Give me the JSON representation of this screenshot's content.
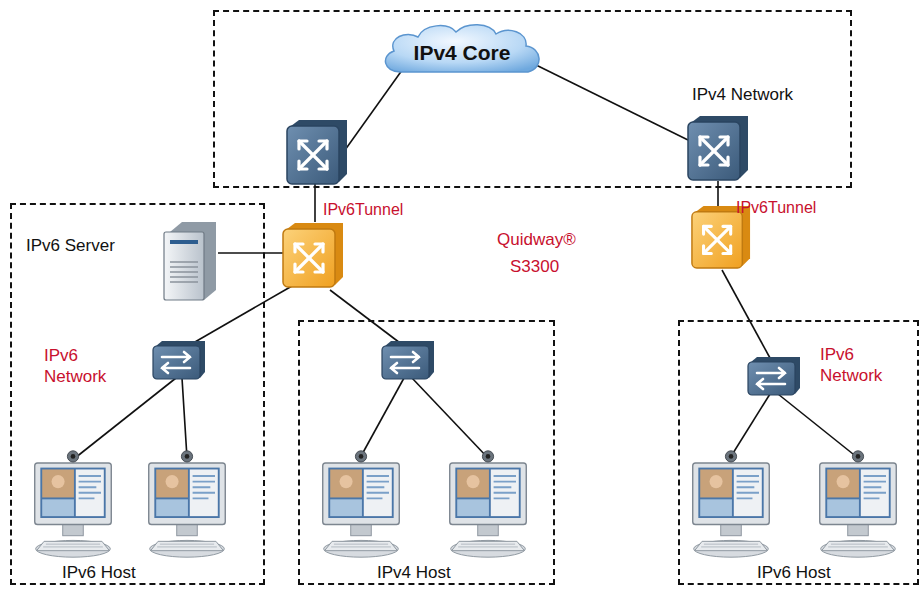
{
  "diagram": {
    "nodes": [
      {
        "text": [
          "IPv4 Network"
        ]
      },
      {
        "text": [
          "IPv4 Core"
        ],
        "in": 0
      },
      {
        "text": [
          "IPv6 Server",
          "IPv6 Network",
          "IPv6 Host"
        ]
      },
      {
        "text": [
          "IPv4 Host"
        ]
      },
      {
        "text": [
          "IPv6 Network",
          "IPv6 Host"
        ]
      }
    ],
    "labels": [
      "IPv6Tunnel",
      "IPv6Tunnel",
      "Quidway®",
      "S3300"
    ]
  }
}
